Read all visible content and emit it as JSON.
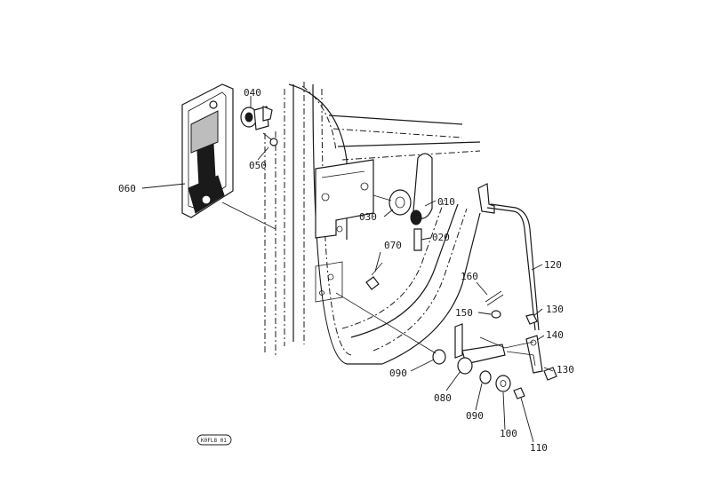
{
  "callouts": {
    "c010": "010",
    "c020": "020",
    "c030": "030",
    "c040": "040",
    "c050": "050",
    "c060": "060",
    "c070": "070",
    "c080": "080",
    "c090a": "090",
    "c090b": "090",
    "c100": "100",
    "c110": "110",
    "c120": "120",
    "c130a": "130",
    "c130b": "130",
    "c140": "140",
    "c150": "150",
    "c160": "160"
  },
  "stamp": "K0FL8 01"
}
